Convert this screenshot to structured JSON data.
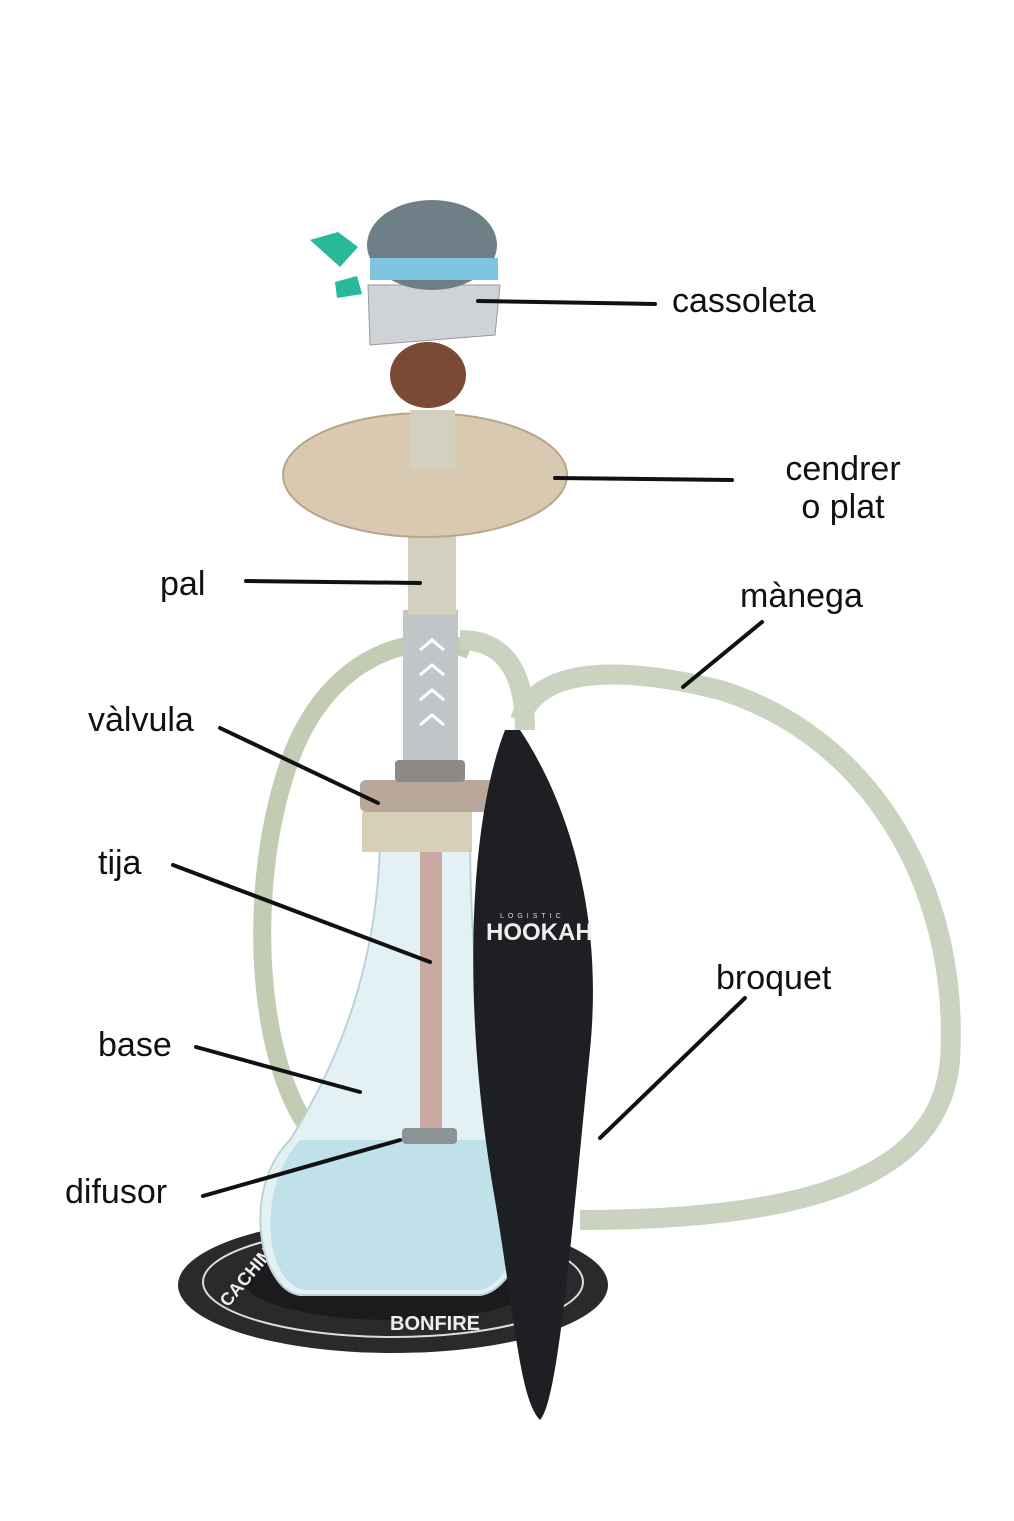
{
  "diagram": {
    "labels": {
      "cassoleta": "cassoleta",
      "cendrer_line1": "cendrer",
      "cendrer_line2": "o plat",
      "pal": "pal",
      "manega": "mànega",
      "valvula": "vàlvula",
      "tija": "tija",
      "base": "base",
      "broquet": "broquet",
      "difusor": "difusor"
    },
    "product_text": {
      "mouthpiece_brand": "HOOKAH",
      "mouthpiece_brand_small": "LOGISTIC",
      "mat_text_left": "CACHIMBEROS",
      "mat_text_bottom": "BONFIRE"
    },
    "colors": {
      "hose": "#c9d3bf",
      "mouthpiece": "#1d1f22",
      "mat": "#2a2a2c",
      "plate": "#d9c9b0",
      "stem": "#d4d0bf",
      "glass": "#dfeef2",
      "water": "#a9d6e2",
      "clamp": "#27b99a"
    }
  }
}
